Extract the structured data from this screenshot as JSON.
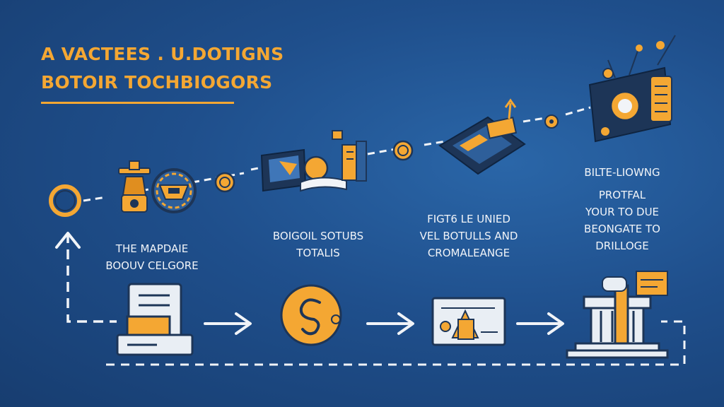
{
  "title": {
    "line1": "A VACTEES . U.DOTIGNS",
    "line2": "BOTOIR TOCHBIOGORS"
  },
  "captions": [
    {
      "lines": [
        "THE MAPDAIE",
        "BOOUV CELGORE"
      ]
    },
    {
      "lines": [
        "BOIGOIL SOTUBS",
        "TOTALIS"
      ]
    },
    {
      "lines": [
        "FIGT6 LE UNIED",
        "VEL BOTULLS AND",
        "CROMALEANGE"
      ]
    },
    {
      "lines": [
        "BILTE-LIOWNG",
        "PROTFAL",
        "YOUR TO DUE",
        "BEONGATE TO",
        "DRILLOGE"
      ]
    }
  ],
  "colors": {
    "accent": "#f4a733",
    "navy": "#1d3557",
    "background": "#1f4f8c",
    "text": "#f1f4f8"
  },
  "icons": {
    "top_row": [
      "ring",
      "telescope-machine",
      "gear-wheel",
      "laptop-books",
      "tablet-documents",
      "laptop-coins-chart"
    ],
    "bottom_row": [
      "document-stack",
      "coin-circle",
      "screen-chart",
      "bank-building"
    ]
  }
}
